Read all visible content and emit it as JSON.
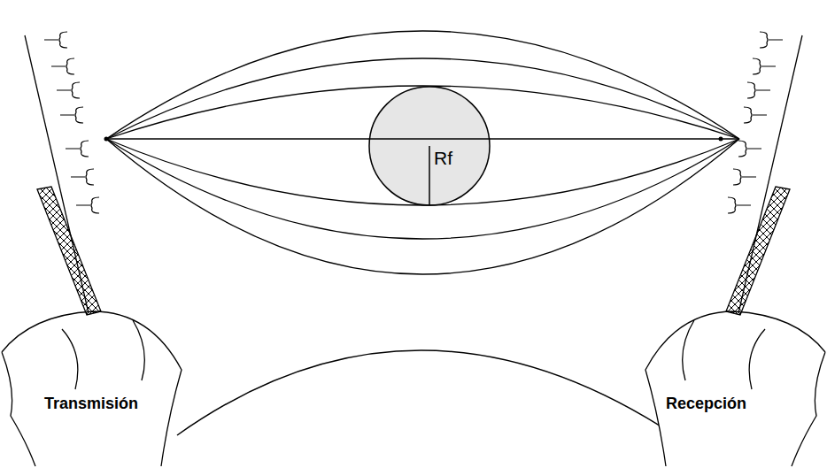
{
  "diagram": {
    "nodes": [
      {
        "text": [
          "Rf"
        ]
      }
    ],
    "labels": [
      "Transmisión",
      "Recepción"
    ]
  }
}
